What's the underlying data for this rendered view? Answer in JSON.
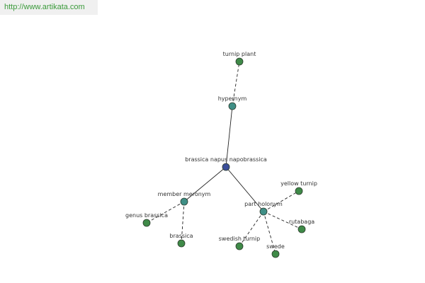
{
  "site": {
    "url": "http://www.artikata.com"
  },
  "colors": {
    "banner_text": "#3a9a3a",
    "banner_bg": "#f0f0f0",
    "center_node": "#3c4f9a",
    "relation_node": "#3f8f86",
    "leaf_node": "#3f8a48",
    "node_stroke": "#2c3b2c",
    "edge": "#222222",
    "label": "#333333"
  },
  "graph": {
    "nodes": [
      {
        "id": "center",
        "label": "brassica napus napobrassica",
        "kind": "center"
      },
      {
        "id": "hypernym",
        "label": "hypernym",
        "kind": "relation"
      },
      {
        "id": "turnip_plant",
        "label": "turnip plant",
        "kind": "leaf"
      },
      {
        "id": "member_meronym",
        "label": "member meronym",
        "kind": "relation"
      },
      {
        "id": "genus_brassica",
        "label": "genus brassica",
        "kind": "leaf"
      },
      {
        "id": "brassica",
        "label": "brassica",
        "kind": "leaf"
      },
      {
        "id": "part_holonym",
        "label": "part holonym",
        "kind": "relation"
      },
      {
        "id": "yellow_turnip",
        "label": "yellow turnip",
        "kind": "leaf"
      },
      {
        "id": "rutabaga",
        "label": "rutabaga",
        "kind": "leaf"
      },
      {
        "id": "swede",
        "label": "swede",
        "kind": "leaf"
      },
      {
        "id": "swedish_turnip",
        "label": "swedish turnip",
        "kind": "leaf"
      }
    ],
    "edges": [
      {
        "from": "center",
        "to": "hypernym",
        "style": "solid"
      },
      {
        "from": "hypernym",
        "to": "turnip_plant",
        "style": "dashed"
      },
      {
        "from": "center",
        "to": "member_meronym",
        "style": "solid"
      },
      {
        "from": "member_meronym",
        "to": "genus_brassica",
        "style": "dashed"
      },
      {
        "from": "member_meronym",
        "to": "brassica",
        "style": "dashed"
      },
      {
        "from": "center",
        "to": "part_holonym",
        "style": "solid"
      },
      {
        "from": "part_holonym",
        "to": "yellow_turnip",
        "style": "dashed"
      },
      {
        "from": "part_holonym",
        "to": "rutabaga",
        "style": "dashed"
      },
      {
        "from": "part_holonym",
        "to": "swede",
        "style": "dashed"
      },
      {
        "from": "part_holonym",
        "to": "swedish_turnip",
        "style": "dashed"
      }
    ]
  }
}
